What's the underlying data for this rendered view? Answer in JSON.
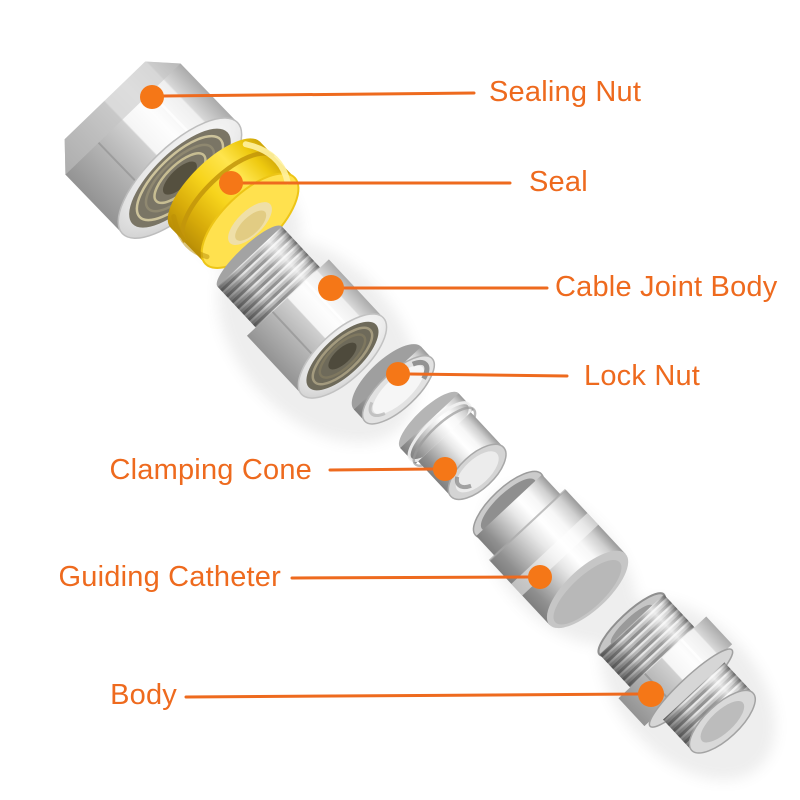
{
  "page": {
    "background": "#ffffff"
  },
  "accent": {
    "label_color": "#ee6a1e",
    "line_color": "#ee6a1e",
    "dot_color": "#f57717"
  },
  "materials": {
    "metal_highlight": "#fdfdfd",
    "metal_shadow": "#8a8a8a",
    "seal_yellow": "#f7d41c"
  },
  "parts": [
    {
      "id": "sealing-nut",
      "label": "Sealing Nut"
    },
    {
      "id": "seal",
      "label": "Seal"
    },
    {
      "id": "cable-joint-body",
      "label": "Cable Joint Body"
    },
    {
      "id": "lock-nut",
      "label": "Lock Nut"
    },
    {
      "id": "clamping-cone",
      "label": "Clamping Cone"
    },
    {
      "id": "guiding-catheter",
      "label": "Guiding Catheter"
    },
    {
      "id": "body",
      "label": "Body"
    }
  ]
}
